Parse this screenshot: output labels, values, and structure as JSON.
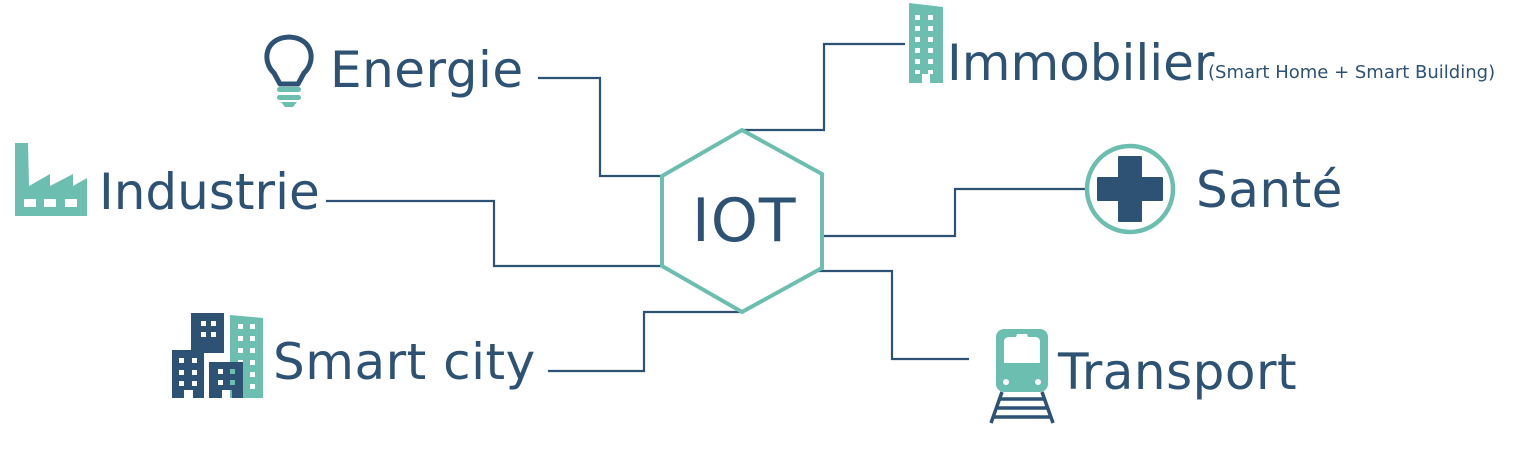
{
  "colors": {
    "primary": "#2e5274",
    "accent": "#6cbfb0",
    "background": "#ffffff"
  },
  "center": {
    "label": "IOT",
    "shape": "hexagon"
  },
  "nodes": [
    {
      "id": "energie",
      "label": "Energie",
      "icon": "lightbulb-icon",
      "position": "top-left"
    },
    {
      "id": "immobilier",
      "label": "Immobilier",
      "sublabel": "(Smart Home + Smart Building)",
      "icon": "building-icon",
      "position": "top-right"
    },
    {
      "id": "industrie",
      "label": "Industrie",
      "icon": "factory-icon",
      "position": "middle-left"
    },
    {
      "id": "sante",
      "label": "Santé",
      "icon": "medical-cross-icon",
      "position": "middle-right"
    },
    {
      "id": "smart-city",
      "label": "Smart city",
      "icon": "city-buildings-icon",
      "position": "bottom-left"
    },
    {
      "id": "transport",
      "label": "Transport",
      "icon": "train-icon",
      "position": "bottom-right"
    }
  ]
}
